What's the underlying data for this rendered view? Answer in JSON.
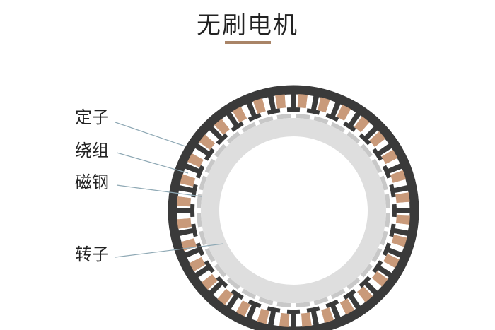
{
  "title": "无刷电机",
  "labels": {
    "stator": "定子",
    "winding": "绕组",
    "magnet": "磁钢",
    "rotor": "转子"
  },
  "colors": {
    "accent": "#a98467",
    "stator": "#3a3a3a",
    "winding": "#c99a7a",
    "magnet": "#c8c8c8",
    "rotor": "#dedede",
    "leader": "#8fa9b5"
  },
  "slot_count": 32
}
